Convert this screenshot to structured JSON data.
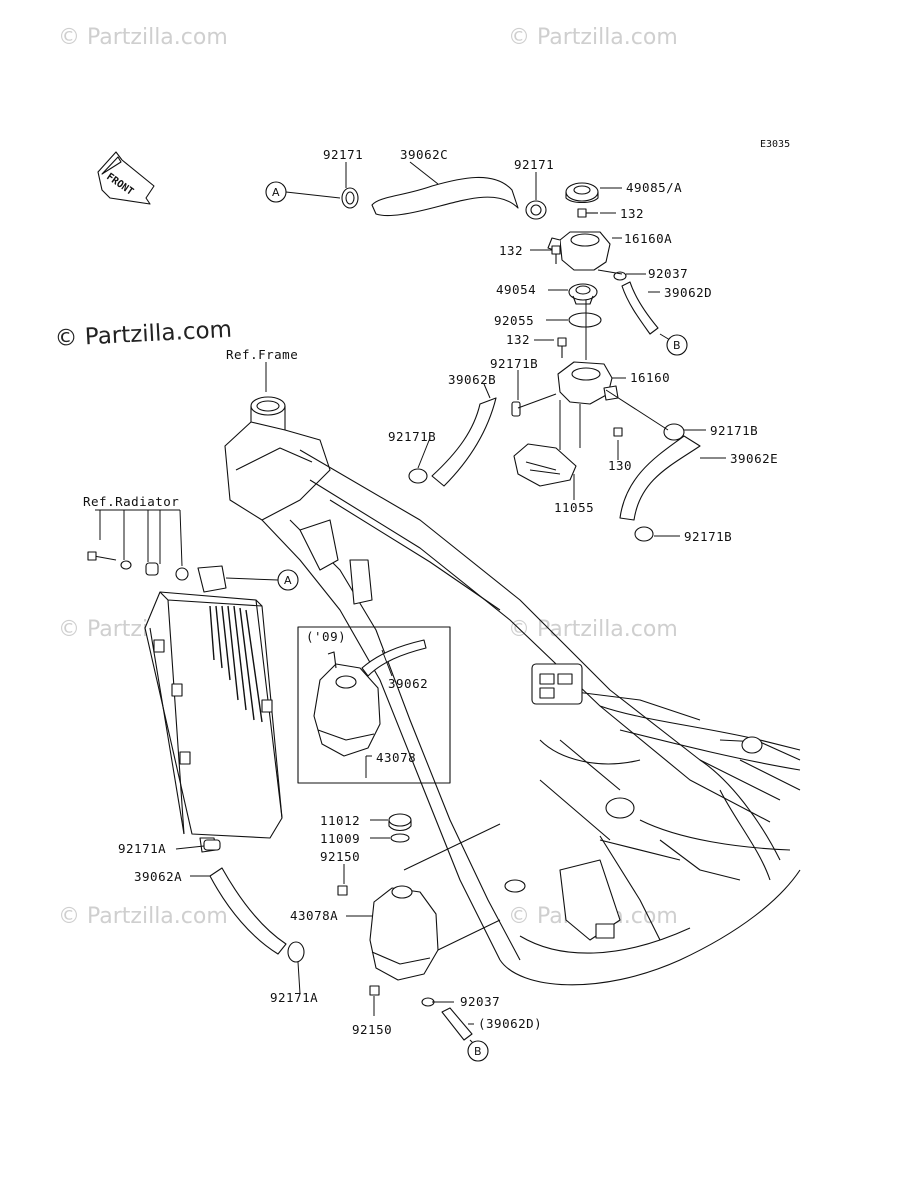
{
  "diagram_code": "E3035",
  "front_label": "FRONT",
  "watermark": "© Partzilla.com",
  "watermark_bold": "© Partzilla.com",
  "references": {
    "frame": "Ref.Frame",
    "radiator": "Ref.Radiator"
  },
  "inset_year": "('09)",
  "callouts": {
    "a": "A",
    "b": "B"
  },
  "parts": {
    "p92171_top_left": "92171",
    "p39062C": "39062C",
    "p92171_top_right": "92171",
    "p49085A": "49085/A",
    "p132_a": "132",
    "p16160A": "16160A",
    "p132_b": "132",
    "p92037_top": "92037",
    "p49054": "49054",
    "p39062D": "39062D",
    "p92055": "92055",
    "p132_c": "132",
    "p92171B_mid": "92171B",
    "p16160": "16160",
    "p39062B": "39062B",
    "p92171B_right": "92171B",
    "p92171B_left": "92171B",
    "p130": "130",
    "p39062E": "39062E",
    "p11055": "11055",
    "p92171B_bottom": "92171B",
    "p39062": "39062",
    "p43078": "43078",
    "p11012": "11012",
    "p11009": "11009",
    "p92150_a": "92150",
    "p92171A_top": "92171A",
    "p39062A": "39062A",
    "p43078A": "43078A",
    "p92171A_bottom": "92171A",
    "p92037_bottom": "92037",
    "p39062D_paren": "(39062D)",
    "p92150_b": "92150"
  }
}
